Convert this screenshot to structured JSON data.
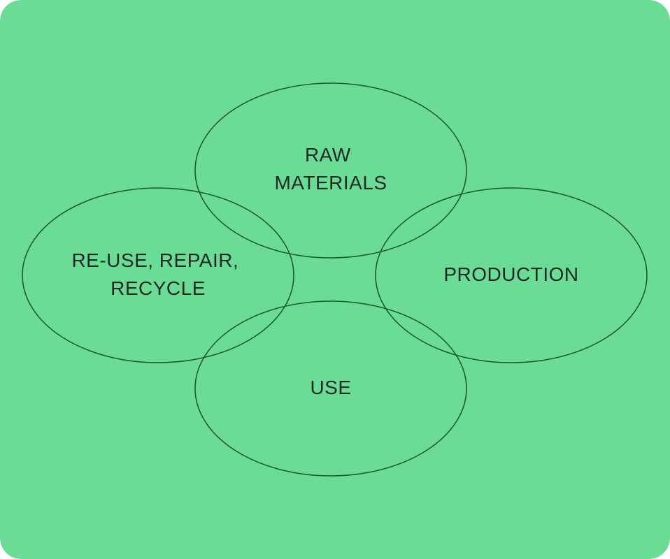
{
  "diagram": {
    "nodes": [
      {
        "id": "raw-materials",
        "lines": [
          "RAW",
          "MATERIALS"
        ]
      },
      {
        "id": "re-use-repair-recycle",
        "lines": [
          "RE-USE, REPAIR,",
          "RECYCLE"
        ]
      },
      {
        "id": "production",
        "lines": [
          "PRODUCTION"
        ]
      },
      {
        "id": "use",
        "lines": [
          "USE"
        ]
      }
    ]
  },
  "colors": {
    "background": "#6ADC96",
    "stroke": "#1A5C2A",
    "text": "#1F2A24"
  }
}
